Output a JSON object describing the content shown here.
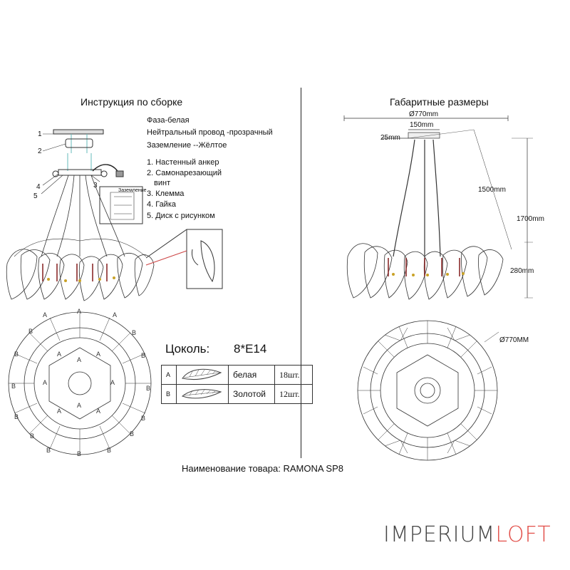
{
  "left": {
    "title": "Инструкция по сборке",
    "wiring": [
      "Фаза-белая",
      "Нейтральный провод -прозрачный",
      "Заземление --Жёлтое"
    ],
    "parts": [
      "1. Настенный анкер",
      "2. Самонарезающий",
      "винт",
      "3. Клемма",
      "4. Гайка",
      "5. Диск с рисунком"
    ],
    "callouts": [
      "1",
      "2",
      "4",
      "5",
      "3"
    ],
    "terminal_label": "Заземление"
  },
  "right": {
    "title": "Габаритные размеры",
    "dim_width": "Ø770mm",
    "dim_canopy": "150mm",
    "dim_canopy_height": "25mm",
    "dim_cable": "1500mm",
    "dim_total": "1700mm",
    "dim_body": "280mm",
    "dim_diameter_top": "Ø770MM"
  },
  "spec": {
    "socket_label": "Цоколь:",
    "socket_value": "8*E14",
    "rows": [
      {
        "code": "A",
        "color": "белая",
        "qty": "18шт."
      },
      {
        "code": "B",
        "color": "Золотой",
        "qty": "12шт."
      }
    ]
  },
  "product_name": "Наименование товара: RAMONA SP8",
  "brand": {
    "part1": "IMPERIUM",
    "part2": "LOFT",
    "accent": "#e2504a",
    "base": "#444444"
  },
  "top_view_labels": {
    "outer": "B",
    "inner": "A"
  }
}
